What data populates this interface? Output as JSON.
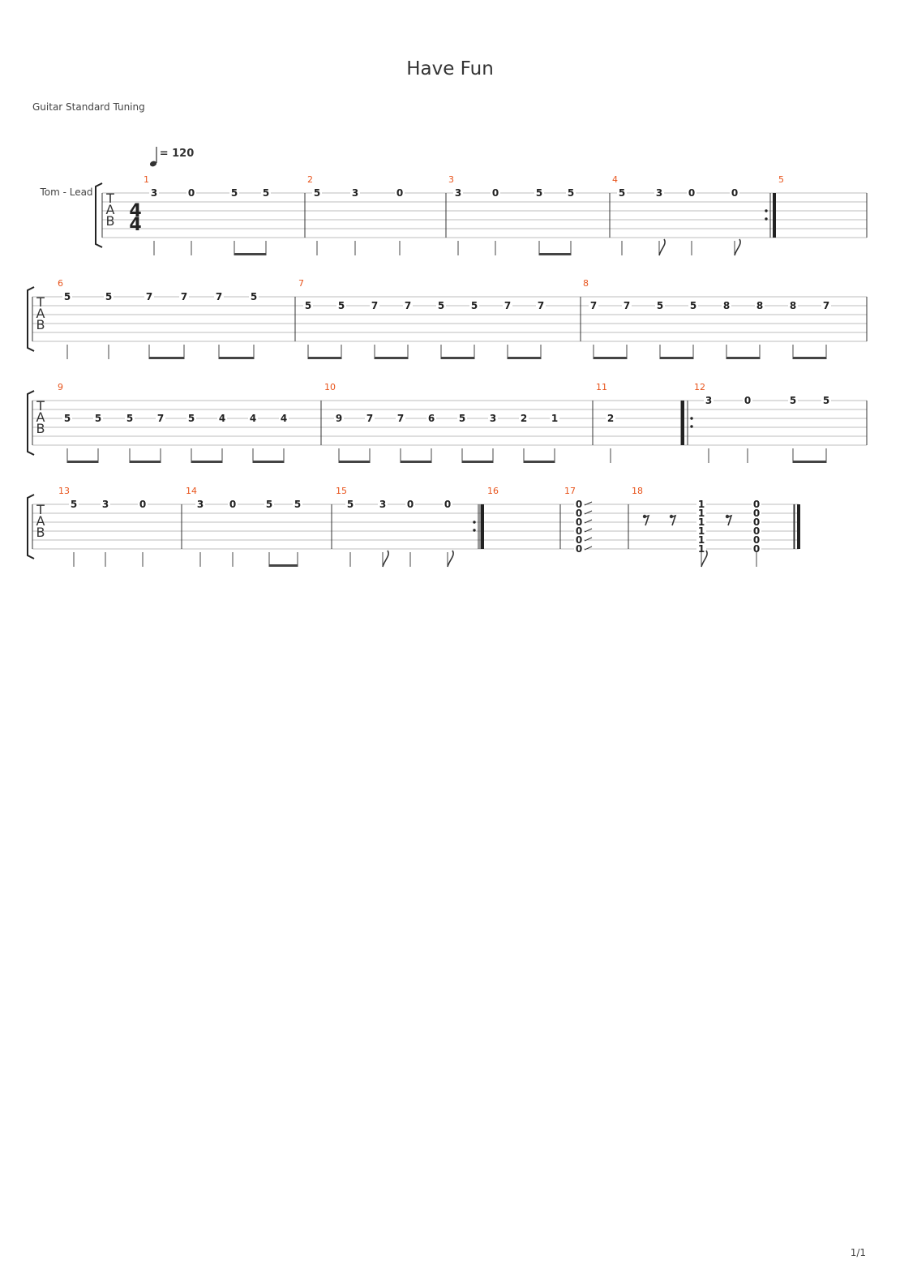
{
  "title": "Have Fun",
  "tuning": "Guitar Standard Tuning",
  "tempo": "= 120",
  "track_name": "Tom - Lead",
  "time_signature": {
    "top": "4",
    "bottom": "4"
  },
  "tab_letters": [
    "T",
    "A",
    "B"
  ],
  "page_number": "1/1",
  "measures": [
    {
      "n": "1",
      "s": 0,
      "notes": [
        {
          "f": "3",
          "s": 1
        },
        {
          "f": "0",
          "s": 1
        },
        {
          "f": "5",
          "s": 1
        },
        {
          "f": "5",
          "s": 1
        }
      ]
    },
    {
      "n": "2",
      "s": 0,
      "notes": [
        {
          "f": "5",
          "s": 1
        },
        {
          "f": "3",
          "s": 1
        },
        {
          "f": "0",
          "s": 1
        }
      ]
    },
    {
      "n": "3",
      "s": 0,
      "notes": [
        {
          "f": "3",
          "s": 1
        },
        {
          "f": "0",
          "s": 1
        },
        {
          "f": "5",
          "s": 1
        },
        {
          "f": "5",
          "s": 1
        }
      ]
    },
    {
      "n": "4",
      "s": 0,
      "notes": [
        {
          "f": "5",
          "s": 1
        },
        {
          "f": "3",
          "s": 1
        },
        {
          "f": "0",
          "s": 1
        },
        {
          "f": "0",
          "s": 1
        }
      ]
    },
    {
      "n": "5",
      "s": 0,
      "notes": []
    },
    {
      "n": "6",
      "s": 1,
      "notes": [
        {
          "f": "5",
          "s": 1
        },
        {
          "f": "5",
          "s": 1
        },
        {
          "f": "7",
          "s": 1
        },
        {
          "f": "7",
          "s": 1
        },
        {
          "f": "7",
          "s": 1
        },
        {
          "f": "5",
          "s": 1
        }
      ]
    },
    {
      "n": "7",
      "s": 1,
      "notes": [
        {
          "f": "5",
          "s": 2
        },
        {
          "f": "5",
          "s": 2
        },
        {
          "f": "7",
          "s": 2
        },
        {
          "f": "7",
          "s": 2
        },
        {
          "f": "5",
          "s": 2
        },
        {
          "f": "5",
          "s": 2
        },
        {
          "f": "7",
          "s": 2
        },
        {
          "f": "7",
          "s": 2
        }
      ]
    },
    {
      "n": "8",
      "s": 1,
      "notes": [
        {
          "f": "7",
          "s": 2
        },
        {
          "f": "7",
          "s": 2
        },
        {
          "f": "5",
          "s": 2
        },
        {
          "f": "5",
          "s": 2
        },
        {
          "f": "8",
          "s": 2
        },
        {
          "f": "8",
          "s": 2
        },
        {
          "f": "8",
          "s": 2
        },
        {
          "f": "7",
          "s": 2
        }
      ]
    },
    {
      "n": "9",
      "s": 2,
      "notes": [
        {
          "f": "5",
          "s": 3
        },
        {
          "f": "5",
          "s": 3
        },
        {
          "f": "5",
          "s": 3
        },
        {
          "f": "7",
          "s": 3
        },
        {
          "f": "5",
          "s": 3
        },
        {
          "f": "4",
          "s": 3
        },
        {
          "f": "4",
          "s": 3
        },
        {
          "f": "4",
          "s": 3
        }
      ]
    },
    {
      "n": "10",
      "s": 2,
      "notes": [
        {
          "f": "9",
          "s": 3
        },
        {
          "f": "7",
          "s": 3
        },
        {
          "f": "7",
          "s": 3
        },
        {
          "f": "6",
          "s": 3
        },
        {
          "f": "5",
          "s": 3
        },
        {
          "f": "3",
          "s": 3
        },
        {
          "f": "2",
          "s": 3
        },
        {
          "f": "1",
          "s": 3
        }
      ]
    },
    {
      "n": "11",
      "s": 2,
      "notes": [
        {
          "f": "2",
          "s": 3
        }
      ]
    },
    {
      "n": "12",
      "s": 2,
      "notes": [
        {
          "f": "3",
          "s": 1
        },
        {
          "f": "0",
          "s": 1
        },
        {
          "f": "5",
          "s": 1
        },
        {
          "f": "5",
          "s": 1
        }
      ]
    },
    {
      "n": "13",
      "s": 3,
      "notes": [
        {
          "f": "5",
          "s": 1
        },
        {
          "f": "3",
          "s": 1
        },
        {
          "f": "0",
          "s": 1
        }
      ]
    },
    {
      "n": "14",
      "s": 3,
      "notes": [
        {
          "f": "3",
          "s": 1
        },
        {
          "f": "0",
          "s": 1
        },
        {
          "f": "5",
          "s": 1
        },
        {
          "f": "5",
          "s": 1
        }
      ]
    },
    {
      "n": "15",
      "s": 3,
      "notes": [
        {
          "f": "5",
          "s": 1
        },
        {
          "f": "3",
          "s": 1
        },
        {
          "f": "0",
          "s": 1
        },
        {
          "f": "0",
          "s": 1
        }
      ]
    },
    {
      "n": "16",
      "s": 3,
      "notes": []
    },
    {
      "n": "17",
      "s": 3,
      "chord": [
        "0",
        "0",
        "0",
        "0",
        "0",
        "0"
      ]
    },
    {
      "n": "18",
      "s": 3,
      "chords": [
        [
          "1",
          "1",
          "1",
          "1",
          "1",
          "1"
        ],
        [
          "0",
          "0",
          "0",
          "0",
          "0",
          "0"
        ]
      ]
    }
  ]
}
